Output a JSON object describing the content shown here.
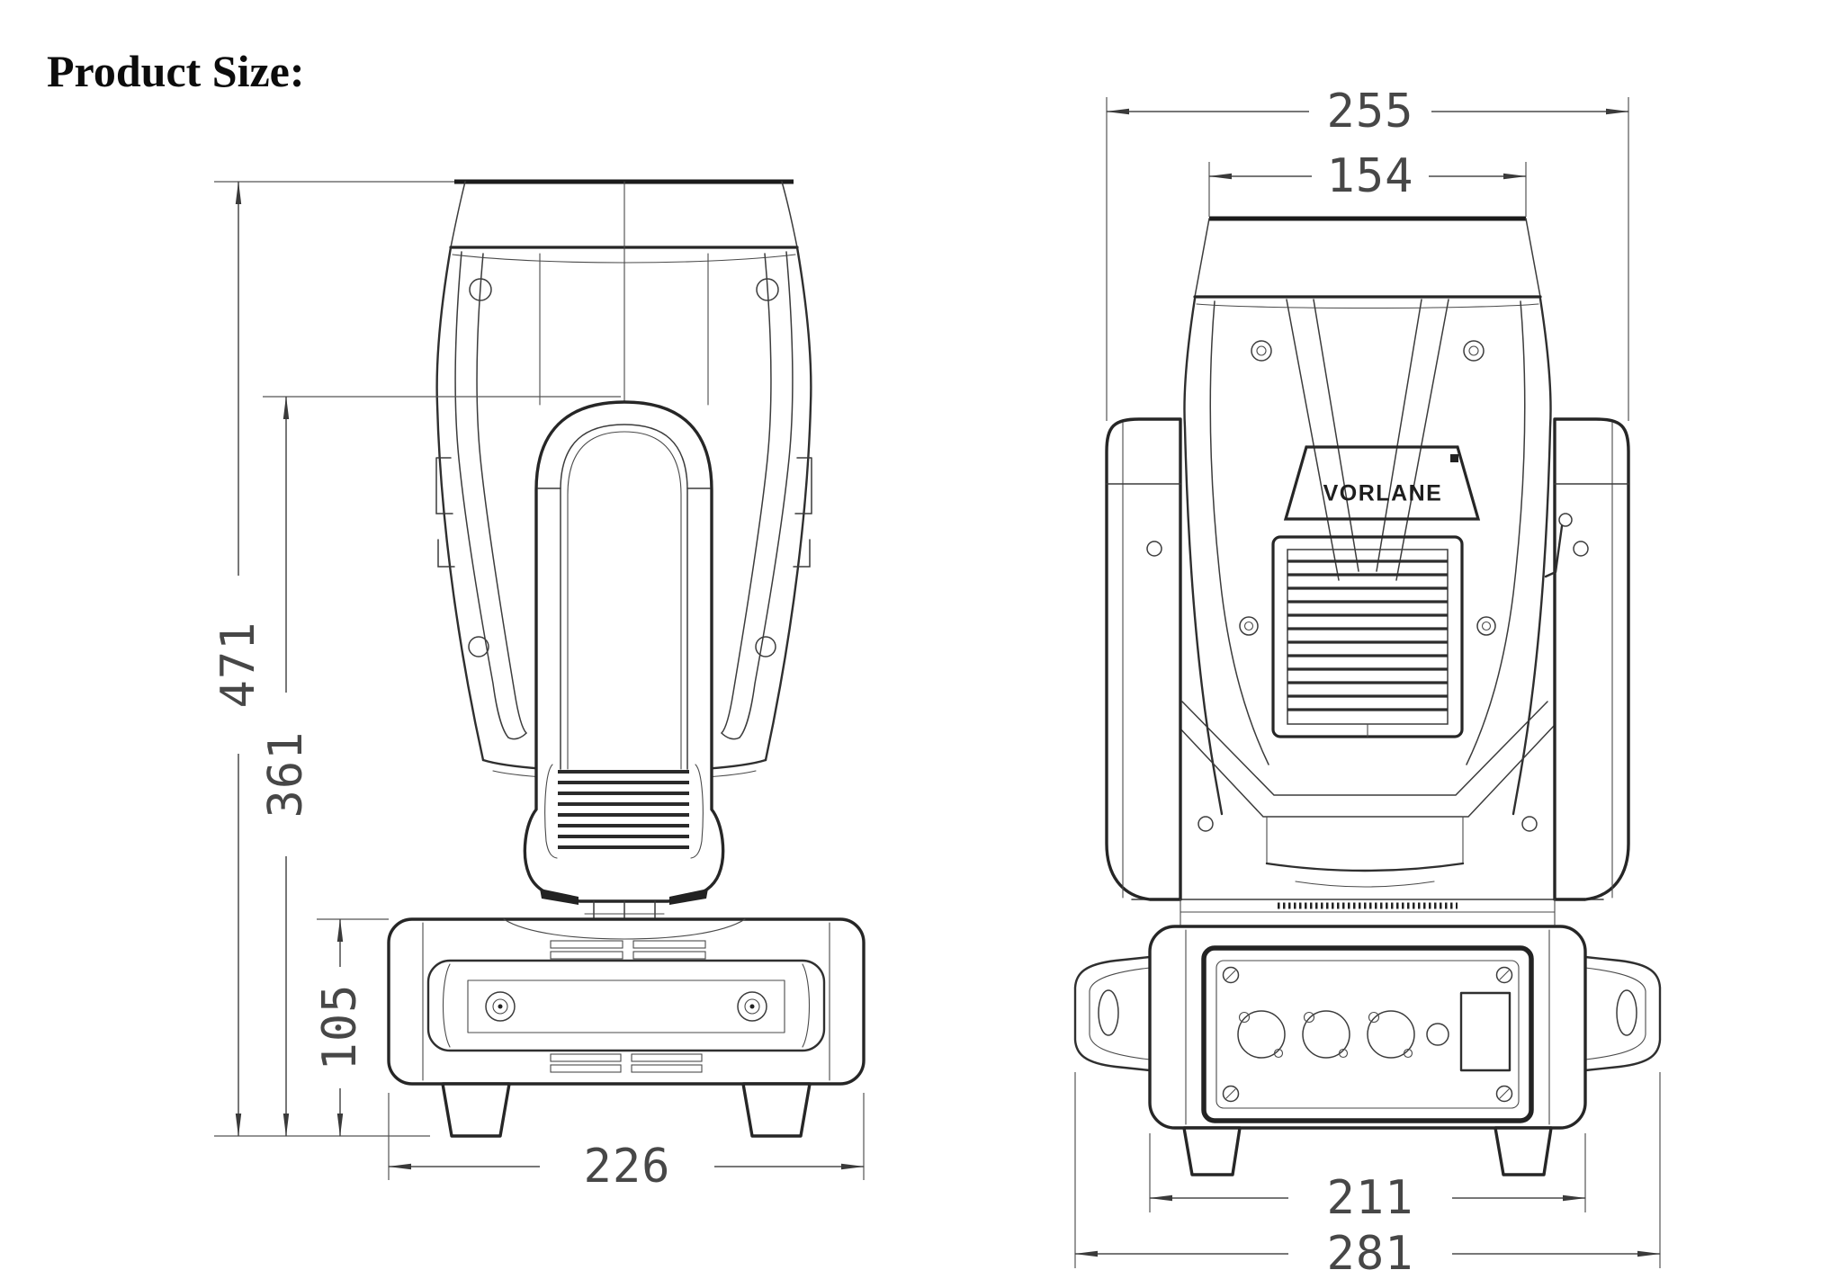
{
  "title": "Product Size:",
  "logo_text": "VORLANE",
  "side_view": {
    "overall_height": "471",
    "yoke_height": "361",
    "base_height": "105",
    "base_width": "226"
  },
  "front_view": {
    "head_width": "255",
    "head_top_width": "154",
    "base_width": "211",
    "overall_width": "281"
  },
  "colors": {
    "background": "#ffffff",
    "line": "#2f2f2f",
    "dimension_line": "#4a4a4a",
    "dimension_text": "#474747"
  }
}
